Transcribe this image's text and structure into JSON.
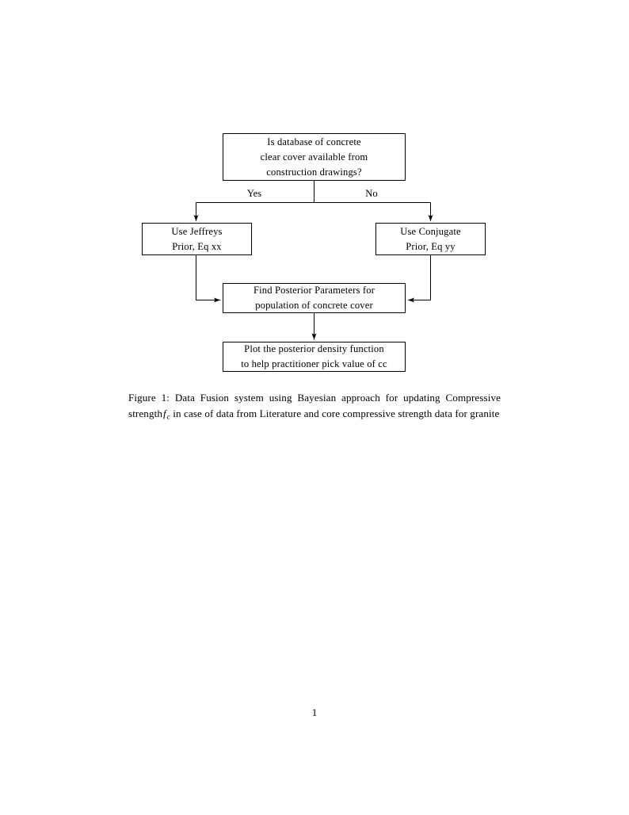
{
  "document": {
    "page_number": "1",
    "background_color": "#ffffff",
    "text_color": "#000000"
  },
  "figure": {
    "caption": {
      "label": "Figure 1:",
      "text_before_symbol": "Data Fusion system using Bayesian approach for updating Compressive strength",
      "symbol": "f",
      "symbol_subscript": "c",
      "text_after_symbol": "in case of data from Literature and core compressive strength data for granite"
    },
    "diagram": {
      "type": "flowchart",
      "nodes": [
        {
          "id": "question",
          "shape": "rectangle",
          "lines": [
            "Is database of concrete",
            "clear cover available from",
            "construction drawings?"
          ]
        },
        {
          "id": "jeffreys",
          "shape": "rectangle",
          "lines": [
            "Use Jeffreys",
            "Prior, Eq xx"
          ]
        },
        {
          "id": "conjugate",
          "shape": "rectangle",
          "lines": [
            "Use Conjugate",
            "Prior, Eq yy"
          ]
        },
        {
          "id": "posterior",
          "shape": "rectangle",
          "lines": [
            "Find Posterior Parameters for",
            "population of concrete cover"
          ]
        },
        {
          "id": "plot",
          "shape": "rectangle",
          "lines": [
            "Plot the posterior density function",
            "to help practitioner pick value of cc"
          ]
        }
      ],
      "edge_labels": {
        "yes": "Yes",
        "no": "No"
      },
      "edges": [
        {
          "from": "question",
          "to": "jeffreys",
          "label": "Yes"
        },
        {
          "from": "question",
          "to": "conjugate",
          "label": "No"
        },
        {
          "from": "jeffreys",
          "to": "posterior",
          "label": ""
        },
        {
          "from": "conjugate",
          "to": "posterior",
          "label": ""
        },
        {
          "from": "posterior",
          "to": "plot",
          "label": ""
        }
      ],
      "line_color": "#000000"
    }
  }
}
